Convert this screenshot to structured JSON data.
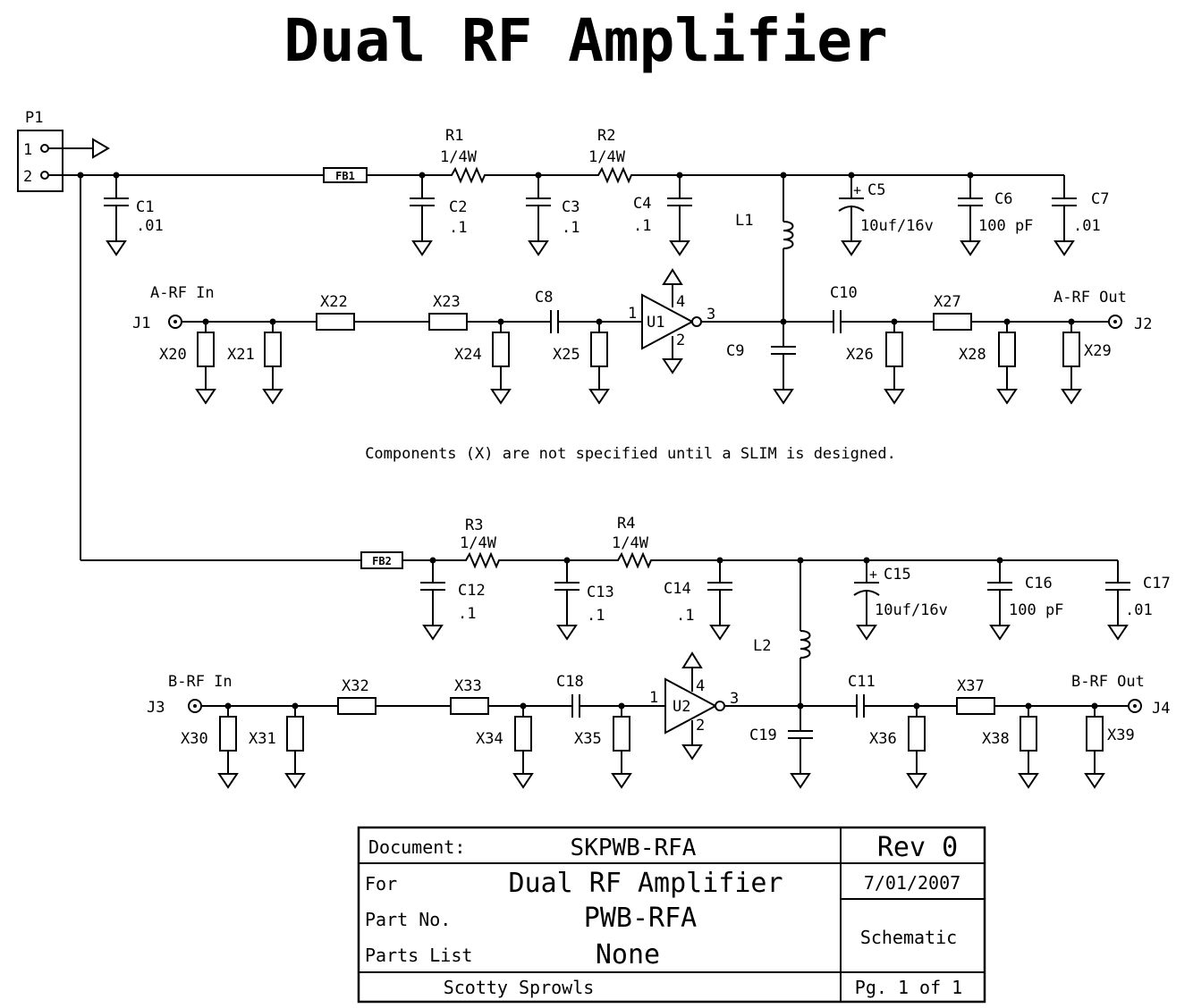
{
  "title": "Dual RF Amplifier",
  "note": "Components (X) are not specified until a SLIM is designed.",
  "connector": {
    "ref": "P1",
    "pin1": "1",
    "pin2": "2"
  },
  "supply": {
    "ferrites": {
      "fb1": "FB1",
      "fb2": "FB2"
    },
    "resistors": {
      "r1": {
        "ref": "R1",
        "value": "1/4W"
      },
      "r2": {
        "ref": "R2",
        "value": "1/4W"
      },
      "r3": {
        "ref": "R3",
        "value": "1/4W"
      },
      "r4": {
        "ref": "R4",
        "value": "1/4W"
      }
    },
    "caps_a": [
      {
        "ref": "C1",
        "value": ".01"
      },
      {
        "ref": "C2",
        "value": ".1"
      },
      {
        "ref": "C3",
        "value": ".1"
      },
      {
        "ref": "C4",
        "value": ".1"
      },
      {
        "ref": "C5",
        "value": "10uf/16v"
      },
      {
        "ref": "C6",
        "value": "100 pF"
      },
      {
        "ref": "C7",
        "value": ".01"
      }
    ],
    "caps_b": [
      {
        "ref": "C12",
        "value": ".1"
      },
      {
        "ref": "C13",
        "value": ".1"
      },
      {
        "ref": "C14",
        "value": ".1"
      },
      {
        "ref": "C15",
        "value": "10uf/16v"
      },
      {
        "ref": "C16",
        "value": "100 pF"
      },
      {
        "ref": "C17",
        "value": ".01"
      }
    ],
    "inductors": {
      "l1": "L1",
      "l2": "L2"
    },
    "plus": "+"
  },
  "channel_a": {
    "in_label": "A-RF In",
    "in_jack": "J1",
    "out_label": "A-RF Out",
    "out_jack": "J2",
    "shunt": [
      "X20",
      "X21",
      "X24",
      "X25",
      "X26",
      "X28",
      "X29"
    ],
    "series": [
      "X22",
      "X23",
      "X27"
    ],
    "coupling_in": "C8",
    "coupling_out": "C10",
    "bypass": "C9",
    "amp": "U1",
    "pins": {
      "in": "1",
      "out": "3",
      "vcc": "4",
      "gnd": "2"
    }
  },
  "channel_b": {
    "in_label": "B-RF In",
    "in_jack": "J3",
    "out_label": "B-RF Out",
    "out_jack": "J4",
    "shunt": [
      "X30",
      "X31",
      "X34",
      "X35",
      "X36",
      "X38",
      "X39"
    ],
    "series": [
      "X32",
      "X33",
      "X37"
    ],
    "coupling_in": "C18",
    "coupling_out": "C11",
    "bypass": "C19",
    "amp": "U2",
    "pins": {
      "in": "1",
      "out": "3",
      "vcc": "4",
      "gnd": "2"
    }
  },
  "title_block": {
    "document_label": "Document:",
    "document_value": "SKPWB-RFA",
    "rev": "Rev 0",
    "for_label": "For",
    "for_value": "Dual RF Amplifier",
    "date": "7/01/2007",
    "part_label": "Part No.",
    "part_value": "PWB-RFA",
    "parts_list_label": "Parts List",
    "parts_list_value": "None",
    "type": "Schematic",
    "author": "Scotty Sprowls",
    "page": "Pg. 1 of 1"
  }
}
